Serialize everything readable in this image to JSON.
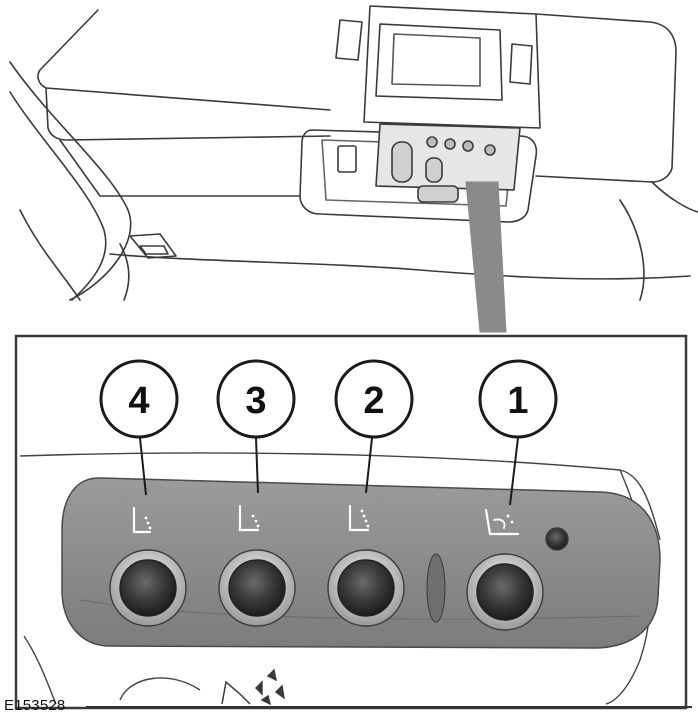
{
  "callouts": [
    {
      "number": "4"
    },
    {
      "number": "3"
    },
    {
      "number": "2"
    },
    {
      "number": "1"
    }
  ],
  "figure_ref": "E153528",
  "icons": {
    "seat_climate": "seat-climate-icon",
    "massage": "seat-massage-icon",
    "knob": "rotary-knob-icon",
    "indicator": "indicator-lamp-icon"
  },
  "colors": {
    "line": "#3a3a3a",
    "panel": "#8c8c8c",
    "panel_dark": "#6f6f6f",
    "console_shade": "#e6e6e6",
    "inset_bg": "#ececec",
    "knob_dark": "#2f2f2f"
  }
}
